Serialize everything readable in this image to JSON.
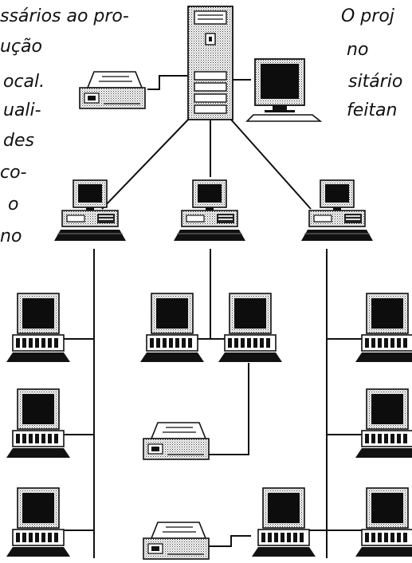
{
  "left_text": [
    "ssários ao pro-",
    "ução",
    "ocal.",
    "uali-",
    "des",
    "co-",
    "o",
    "no"
  ],
  "right_text": [
    "O proj",
    "no",
    "sitário",
    "feitan"
  ],
  "colors": {
    "ink": "#111111",
    "paper": "#ffffff",
    "stipple": "#b5b5b5"
  },
  "icons": [
    "server-tower-icon",
    "monitor-icon",
    "keyboard-icon",
    "printer-icon",
    "workstation-icon",
    "terminal-icon"
  ]
}
